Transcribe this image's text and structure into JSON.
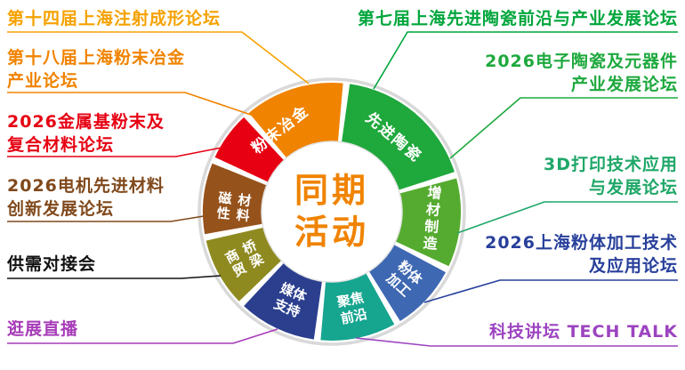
{
  "center": {
    "line1": "同期",
    "line2": "活动",
    "color": "#F08300"
  },
  "ring": {
    "powder_metallurgy": {
      "label": "粉末冶金",
      "color": "#F08300"
    },
    "injection": {
      "color": "#E60012"
    },
    "advanced_ceramics": {
      "label": "先进陶瓷",
      "color": "#1FA83C"
    },
    "additive_mfg": {
      "label": "增材制造",
      "color": "#55AB2F"
    },
    "powder_processing": {
      "line1": "粉体",
      "line2": "加工",
      "color": "#3E68B2"
    },
    "frontier_focus": {
      "line1": "聚焦",
      "line2": "前沿",
      "color": "#16A58F"
    },
    "media_support": {
      "line1": "媒体",
      "line2": "支持",
      "color": "#2B3F8E"
    },
    "trade_bridge": {
      "col1": "商贸",
      "col2": "桥梁",
      "color": "#8F8A20"
    },
    "magnetic_materials": {
      "col1": "磁性",
      "col2": "材料",
      "color": "#96521B"
    }
  },
  "left_forums": [
    {
      "text": "第十四届上海注射成形论坛",
      "color": "#F5A200"
    },
    {
      "line1": "第十八届上海粉末冶金",
      "line2": "产业论坛",
      "color": "#F08300"
    },
    {
      "line1": "2026金属基粉末及",
      "line2": "复合材料论坛",
      "color": "#E60012"
    },
    {
      "line1": "2026电机先进材料",
      "line2": "创新发展论坛",
      "color": "#80491C"
    },
    {
      "text": "供需对接会",
      "color": "#111111"
    },
    {
      "text": "逛展直播",
      "color": "#A73CB8"
    }
  ],
  "right_forums": [
    {
      "text": "第七届上海先进陶瓷前沿与产业发展论坛",
      "color": "#00A63C"
    },
    {
      "line1": "2026电子陶瓷及元器件",
      "line2": "产业发展论坛",
      "color": "#1EA93E"
    },
    {
      "line1": "3D打印技术应用",
      "line2": "与发展论坛",
      "color": "#1FA768"
    },
    {
      "line1": "2026上海粉体加工技术",
      "line2": "及应用论坛",
      "color": "#28409B"
    },
    {
      "text": "科技讲坛 TECH TALK",
      "color": "#9C44C0"
    }
  ],
  "ring_style": {
    "outer_gray": "#D9D9D9",
    "inner_edge": "#E3E3E3"
  }
}
